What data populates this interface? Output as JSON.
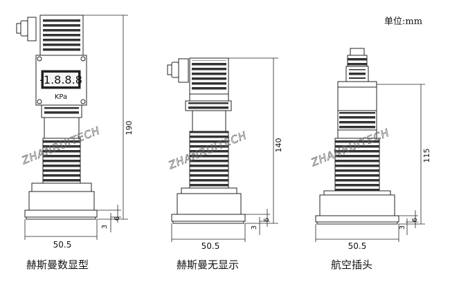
{
  "unit_label": "单位:mm",
  "watermark": "ZHANRUITECH",
  "display_reading": "-1.8.8.8",
  "display_unit": "KPa",
  "transmitters": [
    {
      "caption": "赫斯曼数显型",
      "height_dim": "190",
      "width_dim": "50.5",
      "dim_small_a": "6",
      "dim_small_b": "3"
    },
    {
      "caption": "赫斯曼无显示",
      "height_dim": "140",
      "width_dim": "50.5",
      "dim_small_a": "6",
      "dim_small_b": "3"
    },
    {
      "caption": "航空插头",
      "height_dim": "115",
      "width_dim": "50.5",
      "dim_small_a": "6",
      "dim_small_b": "3"
    }
  ]
}
